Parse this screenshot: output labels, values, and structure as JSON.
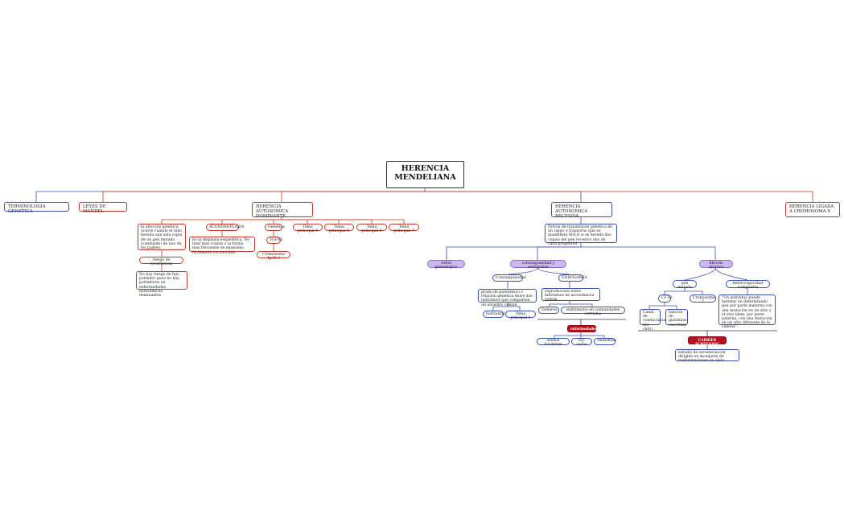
{
  "root": {
    "title": "HERENCIA MENDELIANA"
  },
  "branches": {
    "terminologia": "TERMINOLOGIA GENETICA",
    "leyes": "LEYES DE MANDEL",
    "dominante": "HERENCIA AUTOSOMICA DOMINANTE",
    "recesiva": "HERENCIA AUTOSOMICA RECESIVA",
    "ligada_x": "HERENCIA LIGADA A CROMOSOMA X"
  },
  "dominante": {
    "afeccion": "la afección genética ocurre cuando el niño hereda una sola copia de un gen mutado (cambiado) de uno de los padres.",
    "riesgo": "riesgo de recurrencia",
    "no_riesgo": "No hay riesgo de hijo portador pues no hay portadores en enfermedades autosomicas dominantes",
    "acondroplasia": "ACONDROPLASIA",
    "displasia": "Es la displasia esquelética, No letal más común o la forma más frecuente de enanismo fácilmente reconocible",
    "genetica": "Genetica",
    "fgfr3": "FGFR3",
    "cromosoma": "Cromosoma 4p16.3",
    "tema4": "Tema principal 4",
    "tema5": "Tema principal 5",
    "tema6": "Tema principal 6",
    "tema7": "Tema principal 7"
  },
  "recesiva": {
    "patron": "Patron de transmision genetica de un rasgo o trasnorno que se manifiesta SOLO si se hereda dos copias del gen recesivo uno de cada progenitor",
    "arbol": "Arbol genealogico",
    "consanguinidad_endogamia": "consanguinidad y endogamia",
    "consanguinidad": "Consanguinidad",
    "grado": "grado de parentesco o relación genética entre dos individuos que comparten un ancestro común",
    "horizontal": "horizontal",
    "tema2": "Tema principal 2",
    "endogamia": "ENDOGAMIA",
    "reproduccion": "reproducción entre individuos de ascendencia comun",
    "deberes": "Deberes",
    "matrimonio": "matrimonio en comunidades cerradas",
    "enfermedades": "enfermedades",
    "anemia": "anemia falciforme",
    "taysachs": "Tay-sachs",
    "talasemias": "Talasemias",
    "fibrosis": "fibrosis quistica",
    "gen_mutado": "gen mutado",
    "cftr": "CFTR",
    "cromosoma7": "Cromosoma 7",
    "canal": "Canal de conductacia del cloro",
    "glandulas": "funcion de glandulas exocrinas",
    "heterocigocidad": "heterocigocidad compuesta",
    "individuo": "\"Un individuo puede heredar un determinado gen por parte materna con una mutación en un sitio y el otro idem, por parte paterna, con una mutación en un sitio diferente de la cadena\".",
    "carrier": "CARRIER SCREENING",
    "estudio": "estudio de secuenciacion dirigida en mosquete de malformaciones en alelo"
  }
}
